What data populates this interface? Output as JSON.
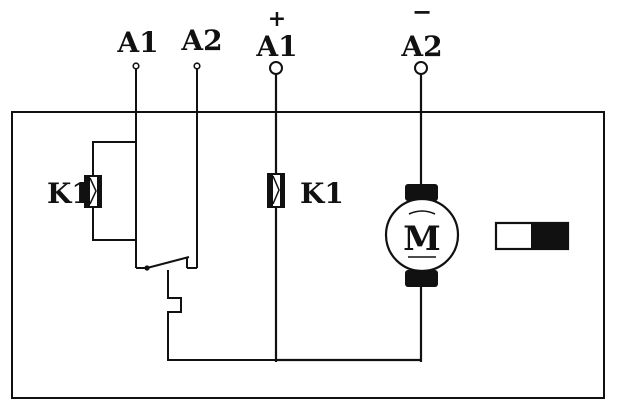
{
  "terminals": {
    "left_a1": "A1",
    "left_a2": "A2",
    "right_a1": "A1",
    "right_a2": "A2",
    "plus_sign": "+",
    "minus_sign": "−"
  },
  "components": {
    "coil_left_label": "K1",
    "coil_mid_label": "K1",
    "motor_label": "M"
  },
  "icons": {
    "relay_coil": "relay-coil-icon",
    "motor": "motor-icon",
    "switch": "toggle-switch-icon"
  }
}
